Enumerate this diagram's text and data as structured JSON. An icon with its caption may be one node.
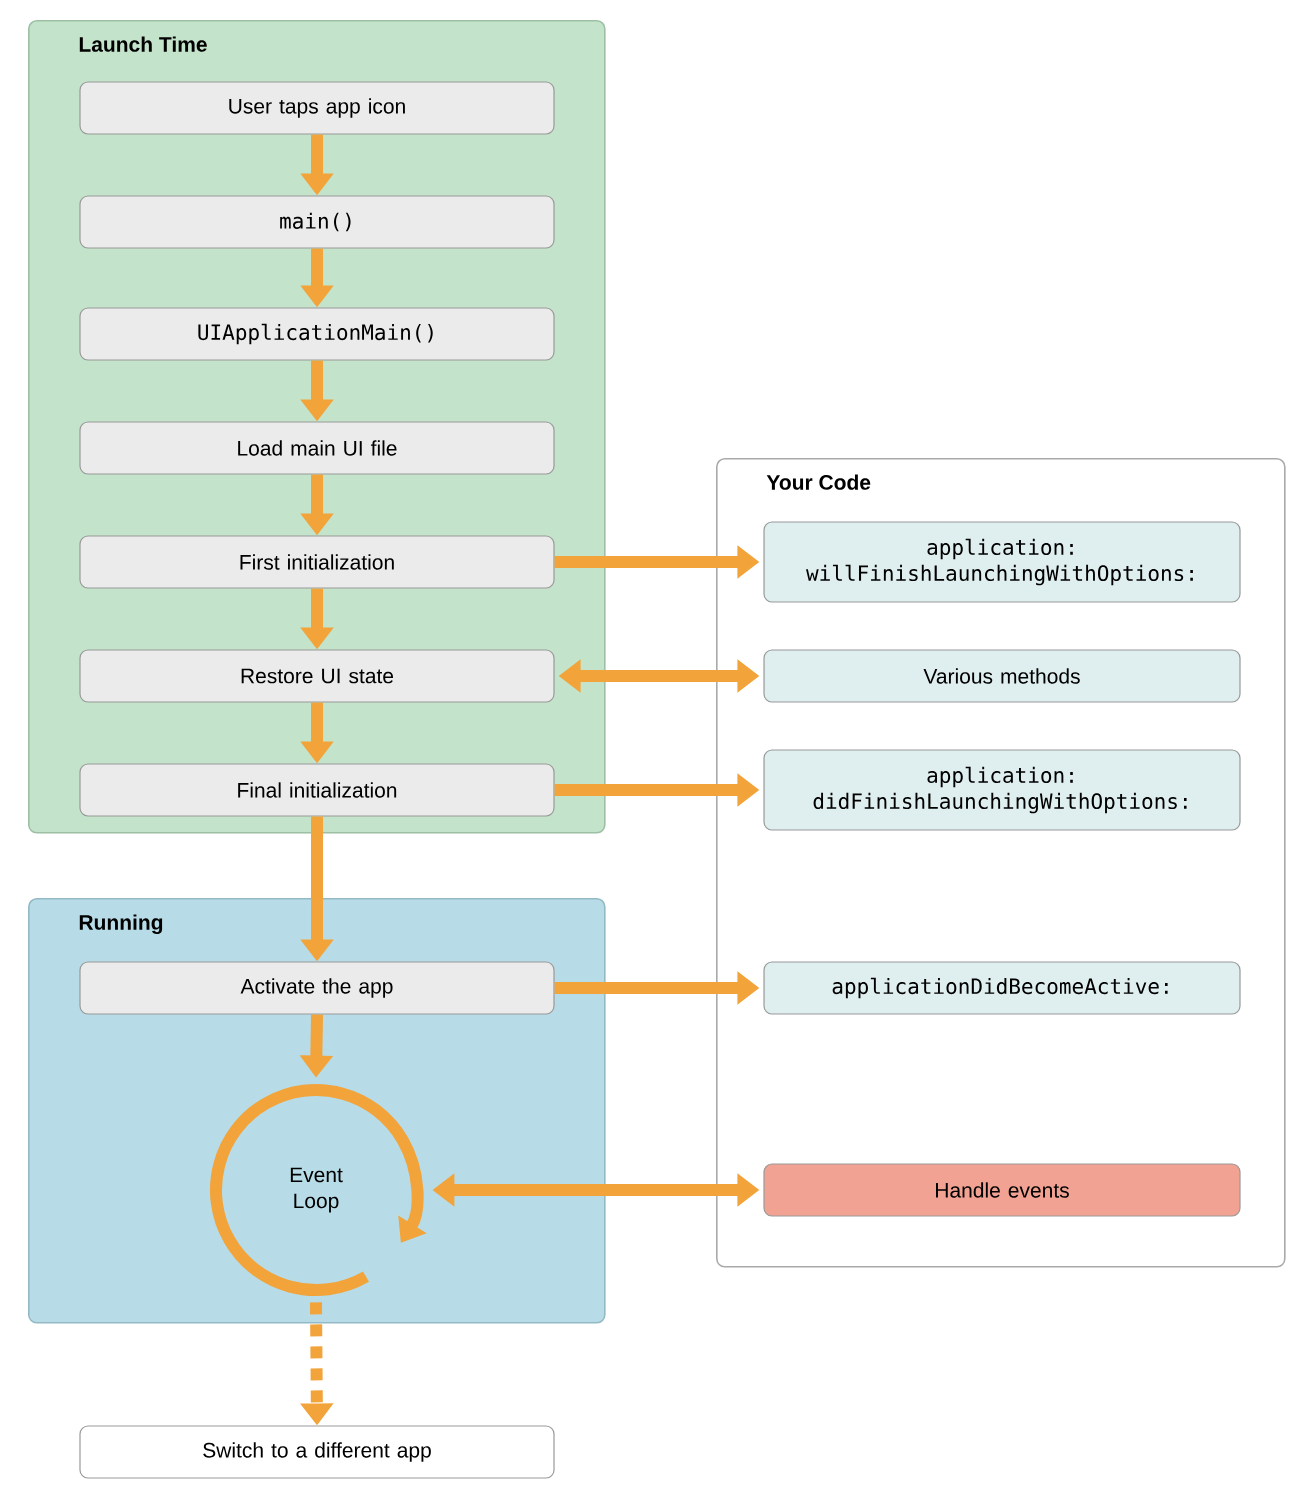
{
  "diagram": {
    "nodes": [
      {
        "text": [
          "Launch Time"
        ]
      },
      {
        "text": [
          "User taps app icon"
        ],
        "in": 0
      },
      {
        "text": [
          "main()"
        ],
        "in": 0
      },
      {
        "text": [
          "UIApplicationMain()"
        ],
        "in": 0
      },
      {
        "text": [
          "Load main UI file"
        ],
        "in": 0
      },
      {
        "text": [
          "First initialization"
        ],
        "in": 0
      },
      {
        "text": [
          "Restore UI state"
        ],
        "in": 0
      },
      {
        "text": [
          "Final initialization"
        ],
        "in": 0
      },
      {
        "text": [
          "Running"
        ]
      },
      {
        "text": [
          "Activate the app"
        ],
        "in": 8
      },
      {
        "text": [
          "Event Loop"
        ],
        "in": 8
      },
      {
        "text": [
          "Switch to a different app"
        ]
      },
      {
        "text": [
          "Your Code"
        ]
      },
      {
        "text": [
          "application: willFinishLaunchingWithOptions:"
        ],
        "in": 12
      },
      {
        "text": [
          "Various methods"
        ],
        "in": 12
      },
      {
        "text": [
          "application: didFinishLaunchingWithOptions:"
        ],
        "in": 12
      },
      {
        "text": [
          "applicationDidBecomeActive:"
        ],
        "in": 12
      },
      {
        "text": [
          "Handle events"
        ],
        "in": 12
      }
    ],
    "edges": [
      {
        "from": 1,
        "to": 2,
        "arrow": "to"
      },
      {
        "from": 2,
        "to": 3,
        "arrow": "to"
      },
      {
        "from": 3,
        "to": 4,
        "arrow": "to"
      },
      {
        "from": 4,
        "to": 5,
        "arrow": "to"
      },
      {
        "from": 5,
        "to": 6,
        "arrow": "to"
      },
      {
        "from": 6,
        "to": 7,
        "arrow": "to"
      },
      {
        "from": 7,
        "to": 9,
        "arrow": "to"
      },
      {
        "from": 9,
        "to": 10,
        "arrow": "to"
      },
      {
        "from": 10,
        "to": 11,
        "arrow": "to",
        "style": "dashed"
      },
      {
        "from": 5,
        "to": 13,
        "arrow": "to"
      },
      {
        "from": 6,
        "to": 14,
        "arrow": "both"
      },
      {
        "from": 7,
        "to": 15,
        "arrow": "to"
      },
      {
        "from": 9,
        "to": 16,
        "arrow": "to"
      },
      {
        "from": 10,
        "to": 17,
        "arrow": "both"
      }
    ]
  }
}
